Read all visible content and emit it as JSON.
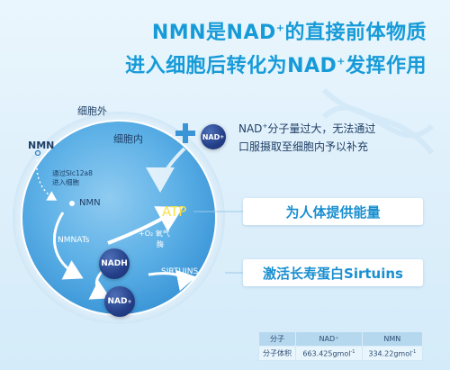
{
  "title": {
    "line1_prefix": "NMN是NAD",
    "line1_sup": "+",
    "line1_suffix": "的直接前体物质",
    "line2_prefix": "进入细胞后转化为NAD",
    "line2_sup": "+",
    "line2_suffix": "发挥作用"
  },
  "labels": {
    "outside": "细胞外",
    "inside": "细胞内",
    "nmn_outside": "NMN",
    "transport_line1": "通过Slc12a8",
    "transport_line2": "进入细胞",
    "nmn_inside": "NMN",
    "nmnats": "NMNATs",
    "atp": "ATP",
    "oxygen_line1": "+O₂ 氧气",
    "oxygen_line2": "酶",
    "sirtuins": "SIRTUINS"
  },
  "molecules": {
    "nadh": "NADH",
    "nad_base": "NAD",
    "nad_sup": "+"
  },
  "info": {
    "line1_prefix": "NAD",
    "line1_sup": "+",
    "line1_suffix": "分子量过大，无法通过",
    "line2": "口服摄取至细胞内予以补充"
  },
  "banners": {
    "energy": "为人体提供能量",
    "sirtuins": "激活长寿蛋白Sirtuins"
  },
  "table": {
    "header": [
      "分子",
      "NAD⁺",
      "NMN"
    ],
    "row_label": "分子体积",
    "nad_value": "663.425gmol",
    "nad_sup": "-1",
    "nmn_value": "334.22gmol",
    "nmn_sup": "-1"
  },
  "colors": {
    "accent": "#169bd8",
    "cell": "#4aa6e0",
    "molecule": "#243f88"
  }
}
